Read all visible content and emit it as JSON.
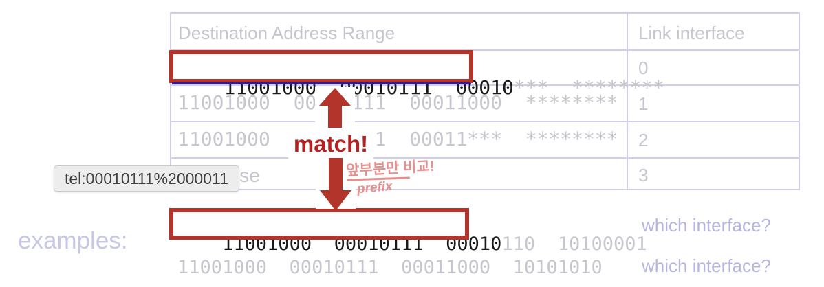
{
  "colors": {
    "highlight_red": "#b2342a",
    "match_red": "#b32222",
    "link_blue": "#2d1b9e",
    "table_border": "#cfcfec",
    "faded_gray": "#c6c6ce",
    "dark_text": "#1a1a1a",
    "purple": "#b5b5df",
    "lavender": "#c7c7e7",
    "pink": "#e5908d",
    "tooltip_bg": "#ededee",
    "tooltip_text": "#3f3f41"
  },
  "routing_table": {
    "destination_header": "Destination Address Range",
    "link_header": "Link interface",
    "rows": [
      {
        "matched": "11001000  00010111  00010",
        "rest": "***  ********",
        "interface": "0"
      },
      {
        "address": "11001000  00010111  00011000  ********",
        "interface": "1"
      },
      {
        "address": "11001000  00010111  00011***  ********",
        "interface": "2"
      },
      {
        "address": "otherwise",
        "interface": "3"
      }
    ]
  },
  "annotations": {
    "match_label": "match!",
    "korean_note": "앞부분만 비교!",
    "prefix_label": "prefix",
    "link_tooltip": "tel:00010111%2000011"
  },
  "examples": {
    "label": "examples:",
    "row1": {
      "matched": "11001000  00010111  00010",
      "rest": "110  10100001",
      "question": "which interface?"
    },
    "row2": {
      "address": "11001000  00010111  00011000  10101010",
      "question": "which interface?"
    }
  }
}
